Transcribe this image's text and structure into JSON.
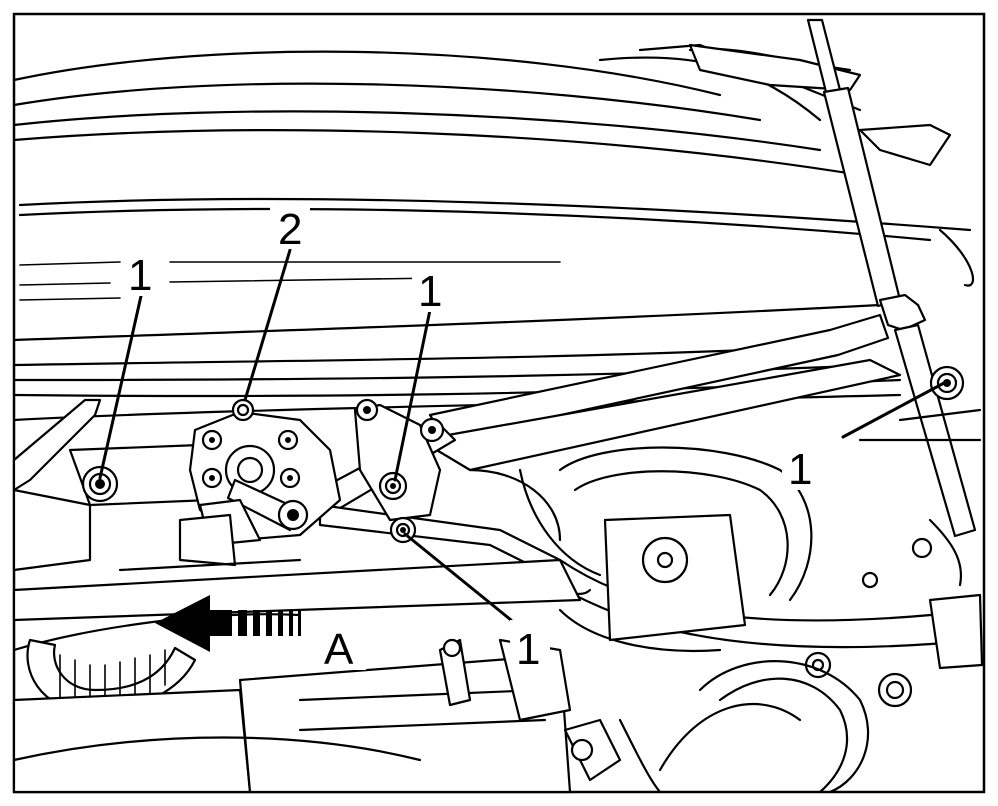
{
  "diagram": {
    "callouts": [
      {
        "id": "callout-1-left",
        "text": "1"
      },
      {
        "id": "callout-2",
        "text": "2"
      },
      {
        "id": "callout-1-center",
        "text": "1"
      },
      {
        "id": "callout-1-right",
        "text": "1"
      },
      {
        "id": "callout-1-bottom",
        "text": "1"
      }
    ],
    "direction": {
      "label": "A",
      "arrow": "left"
    }
  }
}
